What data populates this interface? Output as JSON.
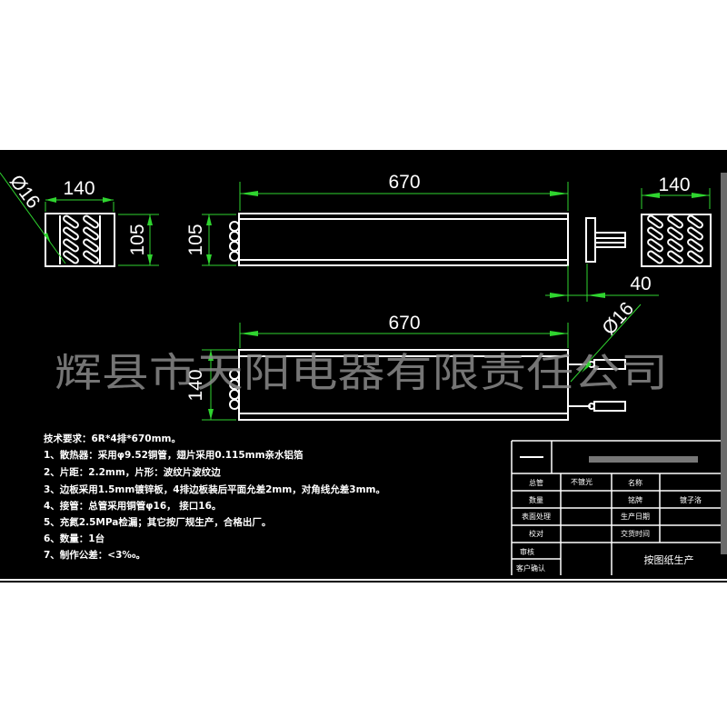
{
  "dimensions": {
    "end_view_width": "140",
    "end_view_height": "105",
    "side_length": "670",
    "side_height": "105",
    "right_view_width": "140",
    "flange_offset": "40",
    "bottom_length": "670",
    "bottom_height": "140",
    "pipe_diameter_left": "Ø16",
    "pipe_diameter_bottom": "Ø16"
  },
  "watermark": "辉县市天阳电器有限责任公司",
  "notes": [
    "技术要求：6R*4排*670mm。",
    "1、散热器：采用φ9.52铜管，翅片采用0.115mm亲水铝箔",
    "2、片距：2.2mm，片形：波纹片波纹边",
    "3、边板采用1.5mm镀锌板，4排边板装后平面允差2mm，对角线允差3mm。",
    "4、接管：总管采用铜管φ16， 接口16。",
    "5、充氮2.5MPa检漏；其它按厂规生产，合格出厂。",
    "6、数量：1台",
    "7、制作公差：<3‰。"
  ],
  "title_block": {
    "rows": [
      [
        "总管",
        "不镀光",
        "名称",
        ""
      ],
      [
        "数量",
        "",
        "铭牌",
        "镀子洛"
      ],
      [
        "表面处理",
        "",
        "生产日期",
        ""
      ],
      [
        "校对",
        "",
        "交货时间",
        ""
      ],
      [
        "审核",
        ""
      ],
      [
        "客户确认",
        ""
      ]
    ],
    "production_note": "按图纸生产"
  },
  "colors": {
    "background": "#000000",
    "lines": "#ffffff",
    "dimensions": "#2fd42f"
  }
}
